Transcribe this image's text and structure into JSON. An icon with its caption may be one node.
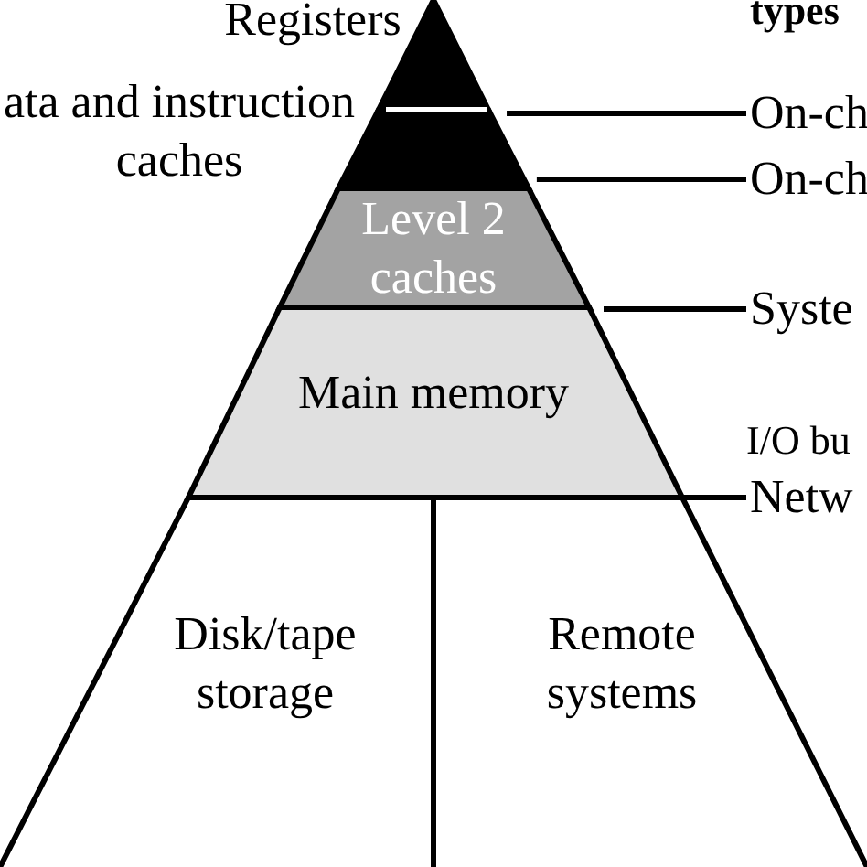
{
  "diagram": {
    "nodes": [
      {
        "text": [
          "Registers"
        ]
      },
      {
        "text": [
          "ata and instruction caches"
        ]
      },
      {
        "text": [
          "Level 2 caches"
        ]
      },
      {
        "text": [
          "Main memory"
        ]
      },
      {
        "text": [
          "Disk/tape storage"
        ]
      },
      {
        "text": [
          "Remote systems"
        ]
      },
      {
        "text": [
          "On-ch"
        ]
      },
      {
        "text": [
          "On-ch"
        ]
      },
      {
        "text": [
          "Syste"
        ]
      },
      {
        "text": [
          "Netw"
        ]
      }
    ],
    "edges": [
      {
        "from": 6,
        "to": 1,
        "arrow": "none"
      },
      {
        "from": 7,
        "to": 1,
        "arrow": "none"
      },
      {
        "from": 8,
        "to": 2,
        "arrow": "none"
      },
      {
        "from": 9,
        "to": 3,
        "arrow": "none"
      }
    ],
    "labels": [
      "types",
      "I/O bu"
    ]
  }
}
